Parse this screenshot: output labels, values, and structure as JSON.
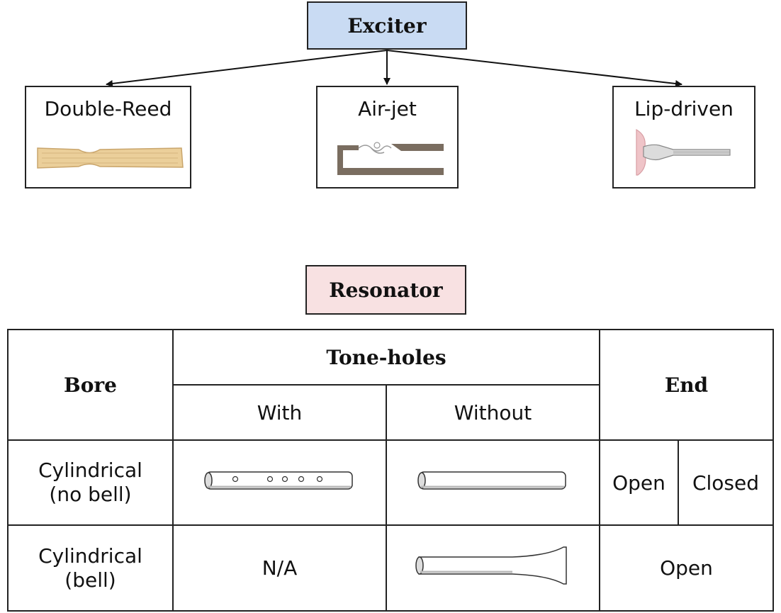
{
  "exciter": {
    "title": "Exciter",
    "types": [
      {
        "label": "Double-Reed",
        "icon": "double-reed-icon"
      },
      {
        "label": "Air-jet",
        "icon": "air-jet-icon"
      },
      {
        "label": "Lip-driven",
        "icon": "lip-driven-icon"
      }
    ]
  },
  "resonator": {
    "title": "Resonator",
    "headers": {
      "bore": "Bore",
      "tone_holes": "Tone-holes",
      "with": "With",
      "without": "Without",
      "end": "End"
    },
    "rows": [
      {
        "bore_line1": "Cylindrical",
        "bore_line2": "(no bell)",
        "with_icon": "tube-with-holes-icon",
        "without_icon": "plain-tube-icon",
        "end_open": "Open",
        "end_closed": "Closed"
      },
      {
        "bore_line1": "Cylindrical",
        "bore_line2": "(bell)",
        "with_text": "N/A",
        "without_icon": "bell-tube-icon",
        "end": "Open"
      }
    ]
  },
  "colors": {
    "exciter_fill": "#c9dbf3",
    "resonator_fill": "#f8e1e2",
    "reed_wood": "#ebcf9a",
    "jet_body": "#7a6d60",
    "lip_pink": "#efc4c8"
  }
}
